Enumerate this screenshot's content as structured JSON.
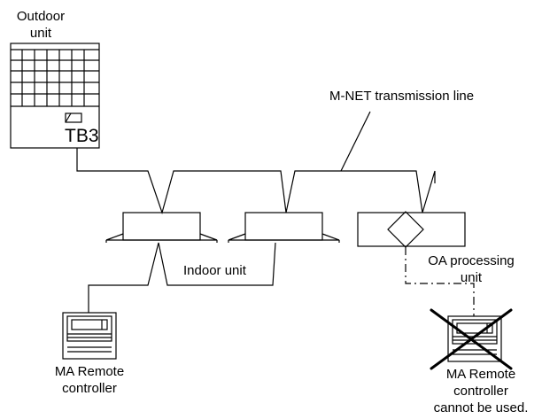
{
  "labels": {
    "outdoor_unit_line1": "Outdoor",
    "outdoor_unit_line2": "unit",
    "terminal_block": "TB3",
    "transmission_line": "M-NET transmission line",
    "indoor_unit": "Indoor unit",
    "oa_processing_line1": "OA processing",
    "oa_processing_line2": "unit",
    "ma_remote_left_line1": "MA Remote",
    "ma_remote_left_line2": "controller",
    "ma_remote_right_line1": "MA Remote",
    "ma_remote_right_line2": "controller",
    "ma_remote_right_line3": "cannot be used."
  }
}
